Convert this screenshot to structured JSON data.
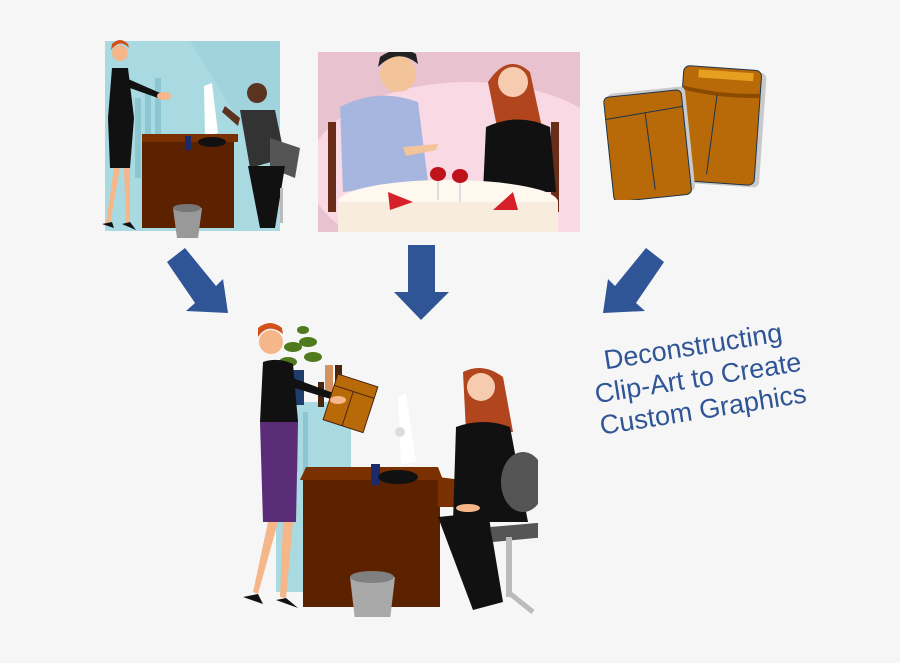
{
  "caption": {
    "lines": [
      "Deconstructing",
      "Clip-Art to Create",
      "Custom Graphics"
    ]
  },
  "source_images": [
    {
      "name": "office-meeting-clipart",
      "description": "Woman handing papers to seated man at desk"
    },
    {
      "name": "dinner-date-clipart",
      "description": "Man and woman at dinner table with wine glasses"
    },
    {
      "name": "envelopes-clipart",
      "description": "Two manila envelopes"
    }
  ],
  "result_image": {
    "name": "combined-office-clipart",
    "description": "Woman handing envelope to seated woman at desk"
  },
  "colors": {
    "background": "#f6f6f6",
    "arrow": "#2f5596",
    "caption": "#2f5596",
    "desk": "#5c2200",
    "envelope": "#b86a08",
    "office_bg": "#a8d8e0",
    "dinner_bg": "#f2c9d6"
  }
}
